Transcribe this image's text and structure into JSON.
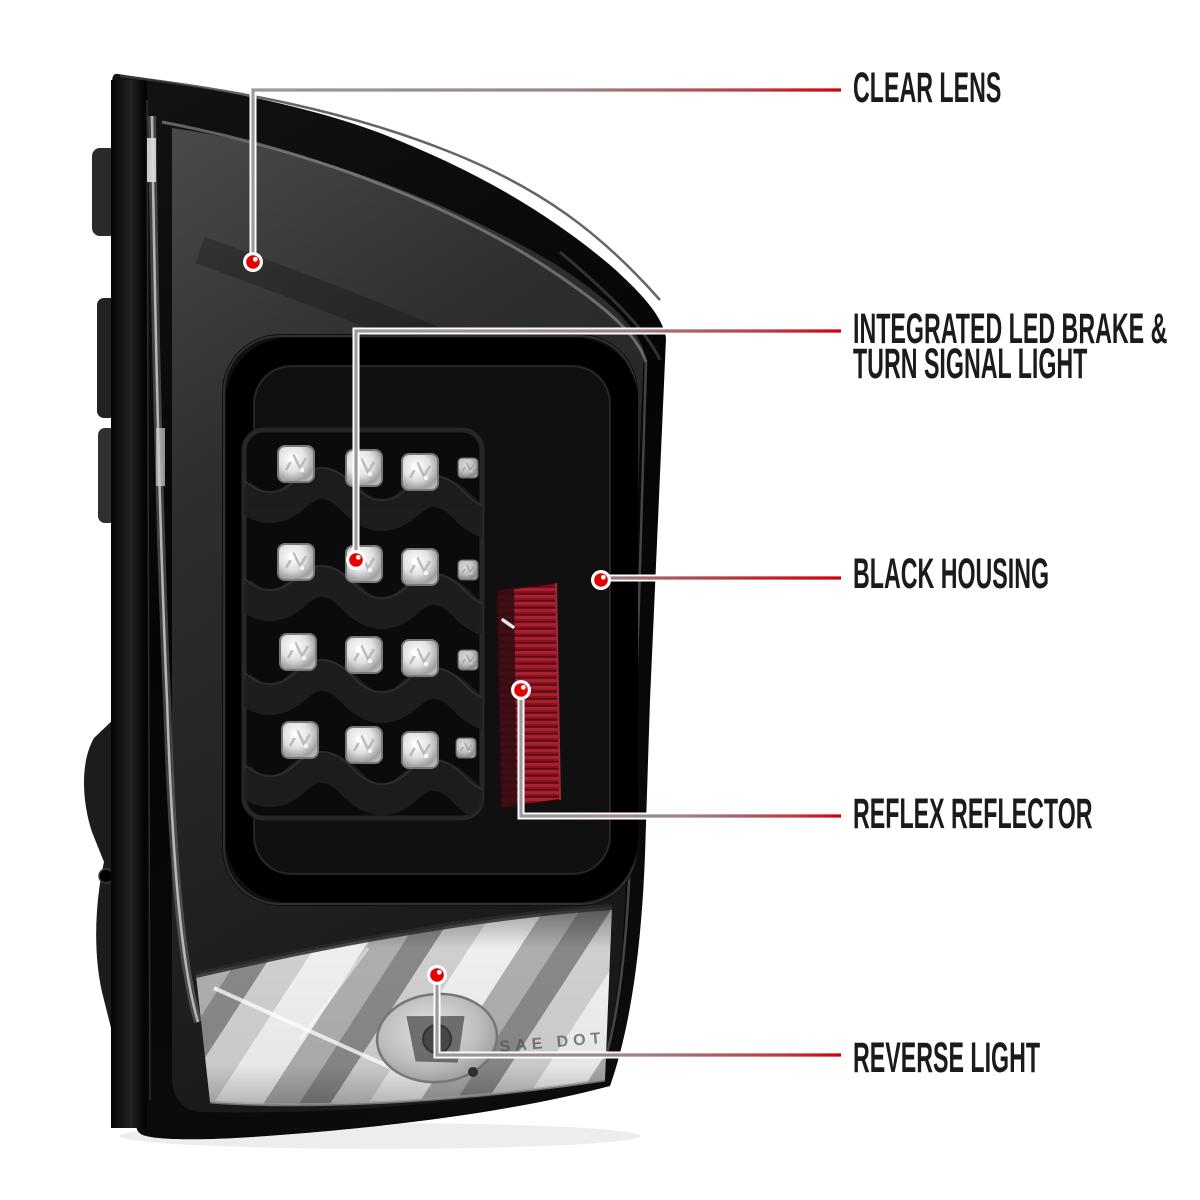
{
  "page": {
    "background_color": "#ffffff",
    "description": "Annotated product diagram of an LED tail light with black housing"
  },
  "product": {
    "name": "LED tail light assembly",
    "etched_marking": "SAE DOT",
    "colors": {
      "housing_black": "#0a0a0a",
      "smoke_lens_gray": "#3d3d3d",
      "reflex_reflector_red": "#8e1422",
      "led_chip_silver": "#e8e8e8",
      "reverse_light_chrome": "#e9e9e9"
    }
  },
  "callouts": [
    {
      "id": "clear-lens",
      "lines": [
        "CLEAR LENS"
      ]
    },
    {
      "id": "integrated-led-brake-turn-signal-light",
      "lines": [
        "INTEGRATED LED BRAKE &",
        "TURN SIGNAL LIGHT"
      ]
    },
    {
      "id": "black-housing",
      "lines": [
        "BLACK HOUSING"
      ]
    },
    {
      "id": "reflex-reflector",
      "lines": [
        "REFLEX REFLECTOR"
      ]
    },
    {
      "id": "reverse-light",
      "lines": [
        "REVERSE LIGHT"
      ]
    }
  ],
  "style": {
    "label_color": "#1b1b1b",
    "callout_line_red": "#d10008",
    "callout_line_gray": "#9b9b9b",
    "callout_dot_red": "#e60000"
  }
}
